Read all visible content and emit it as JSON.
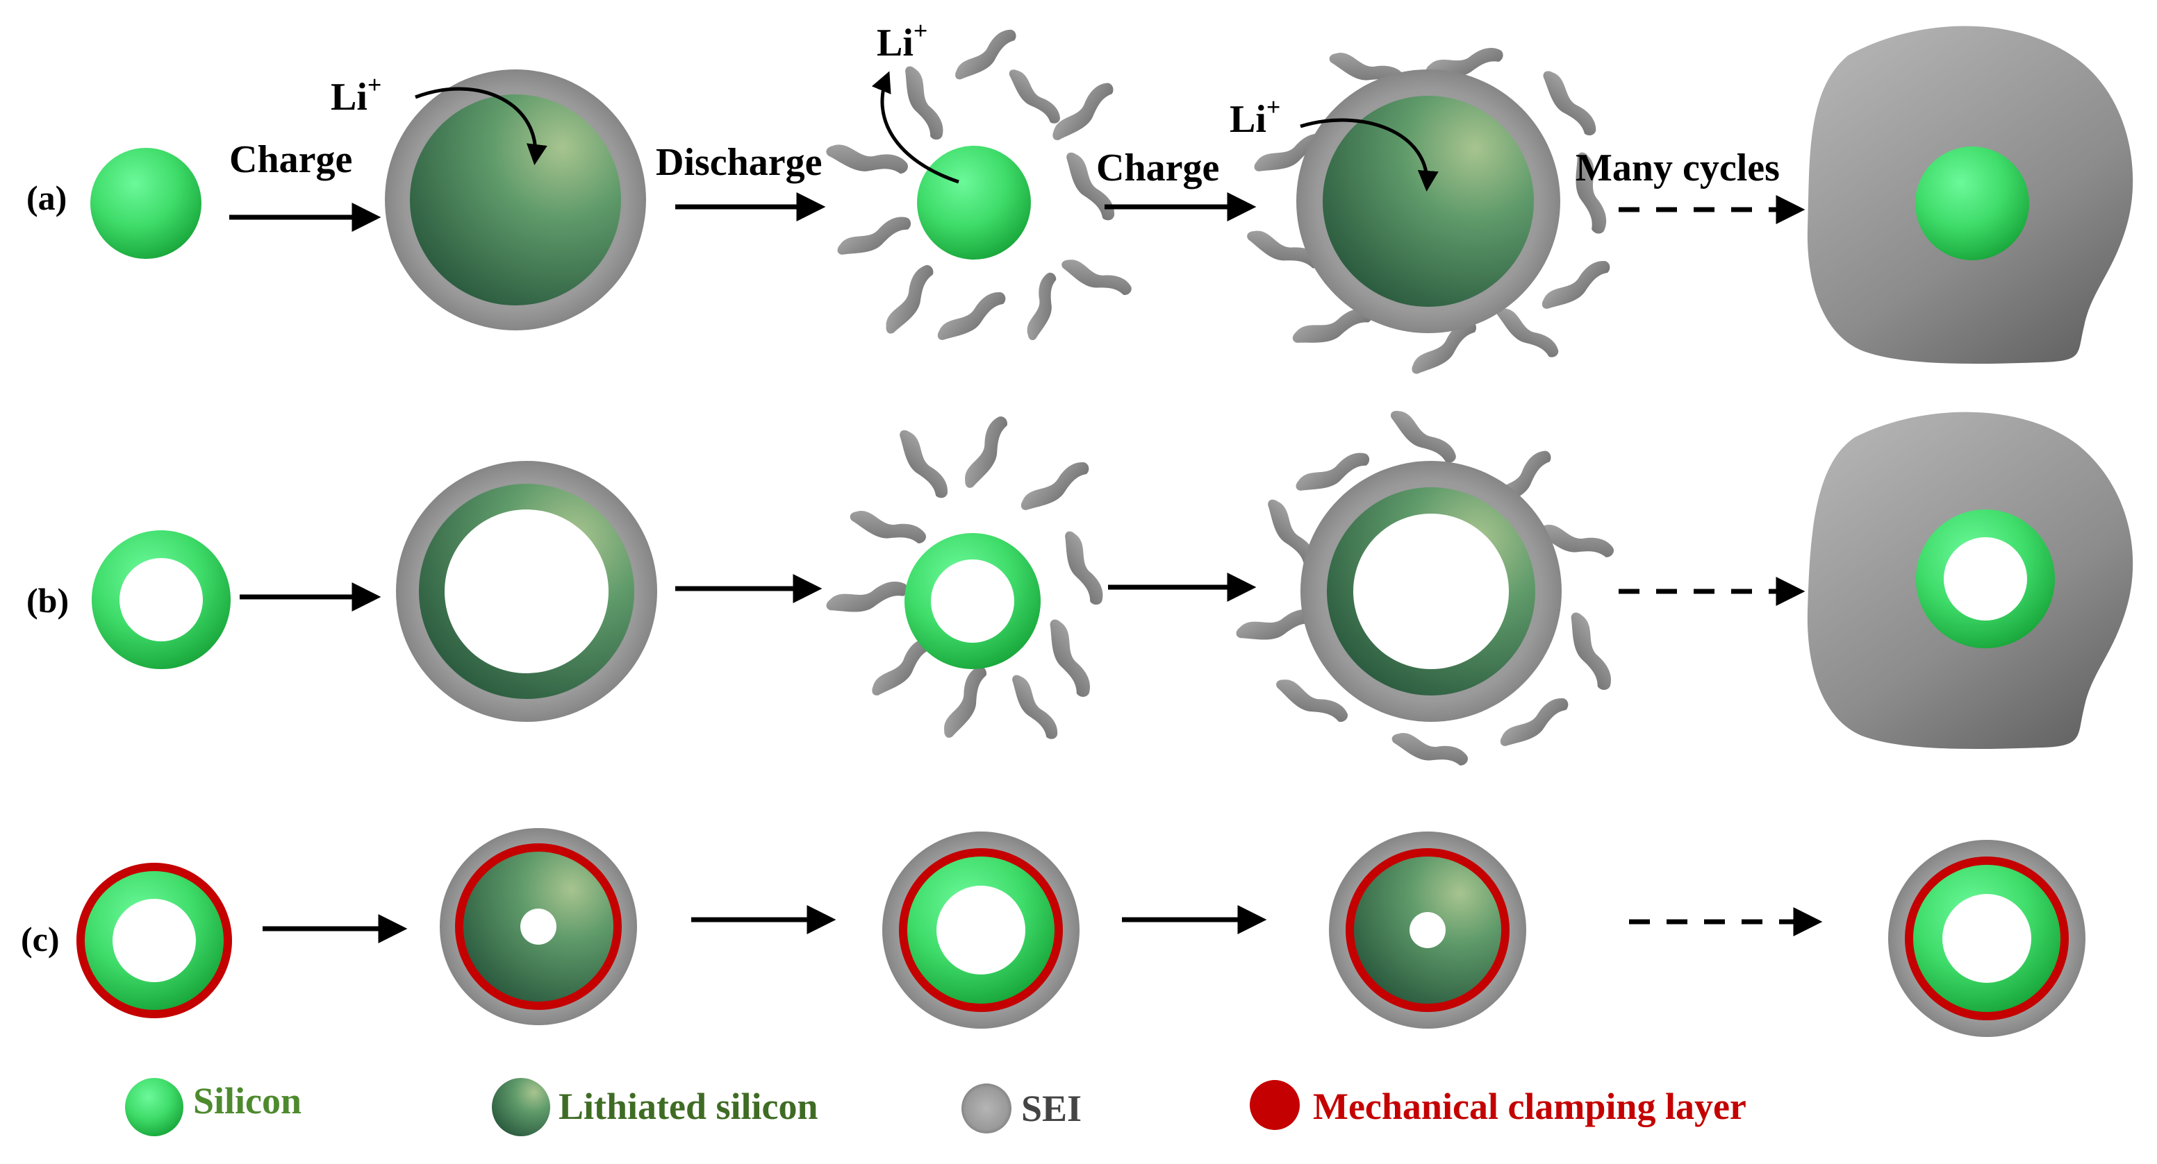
{
  "labels": {
    "row_a": "(a)",
    "row_b": "(b)",
    "row_c": "(c)",
    "charge_1": "Charge",
    "discharge": "Discharge",
    "charge_2": "Charge",
    "many_cycles": "Many cycles",
    "li_1": "Li",
    "li_2": "Li",
    "li_3": "Li",
    "plus": "+"
  },
  "legend": {
    "silicon": "Silicon",
    "lithiated_silicon": "Lithiated silicon",
    "sei": "SEI",
    "clamping_layer": "Mechanical clamping layer"
  },
  "colors": {
    "silicon_light": "#5cf58a",
    "silicon_dark": "#1fb541",
    "lithiated_light": "#8fb981",
    "lithiated_dark": "#2f6a48",
    "sei_light": "#bdbdbd",
    "sei_dark": "#646464",
    "clamp_red": "#c40000",
    "legend_green_text": "#4d8a2e",
    "legend_dark_green_text": "#3f6c24",
    "legend_red_text": "#c40000"
  }
}
